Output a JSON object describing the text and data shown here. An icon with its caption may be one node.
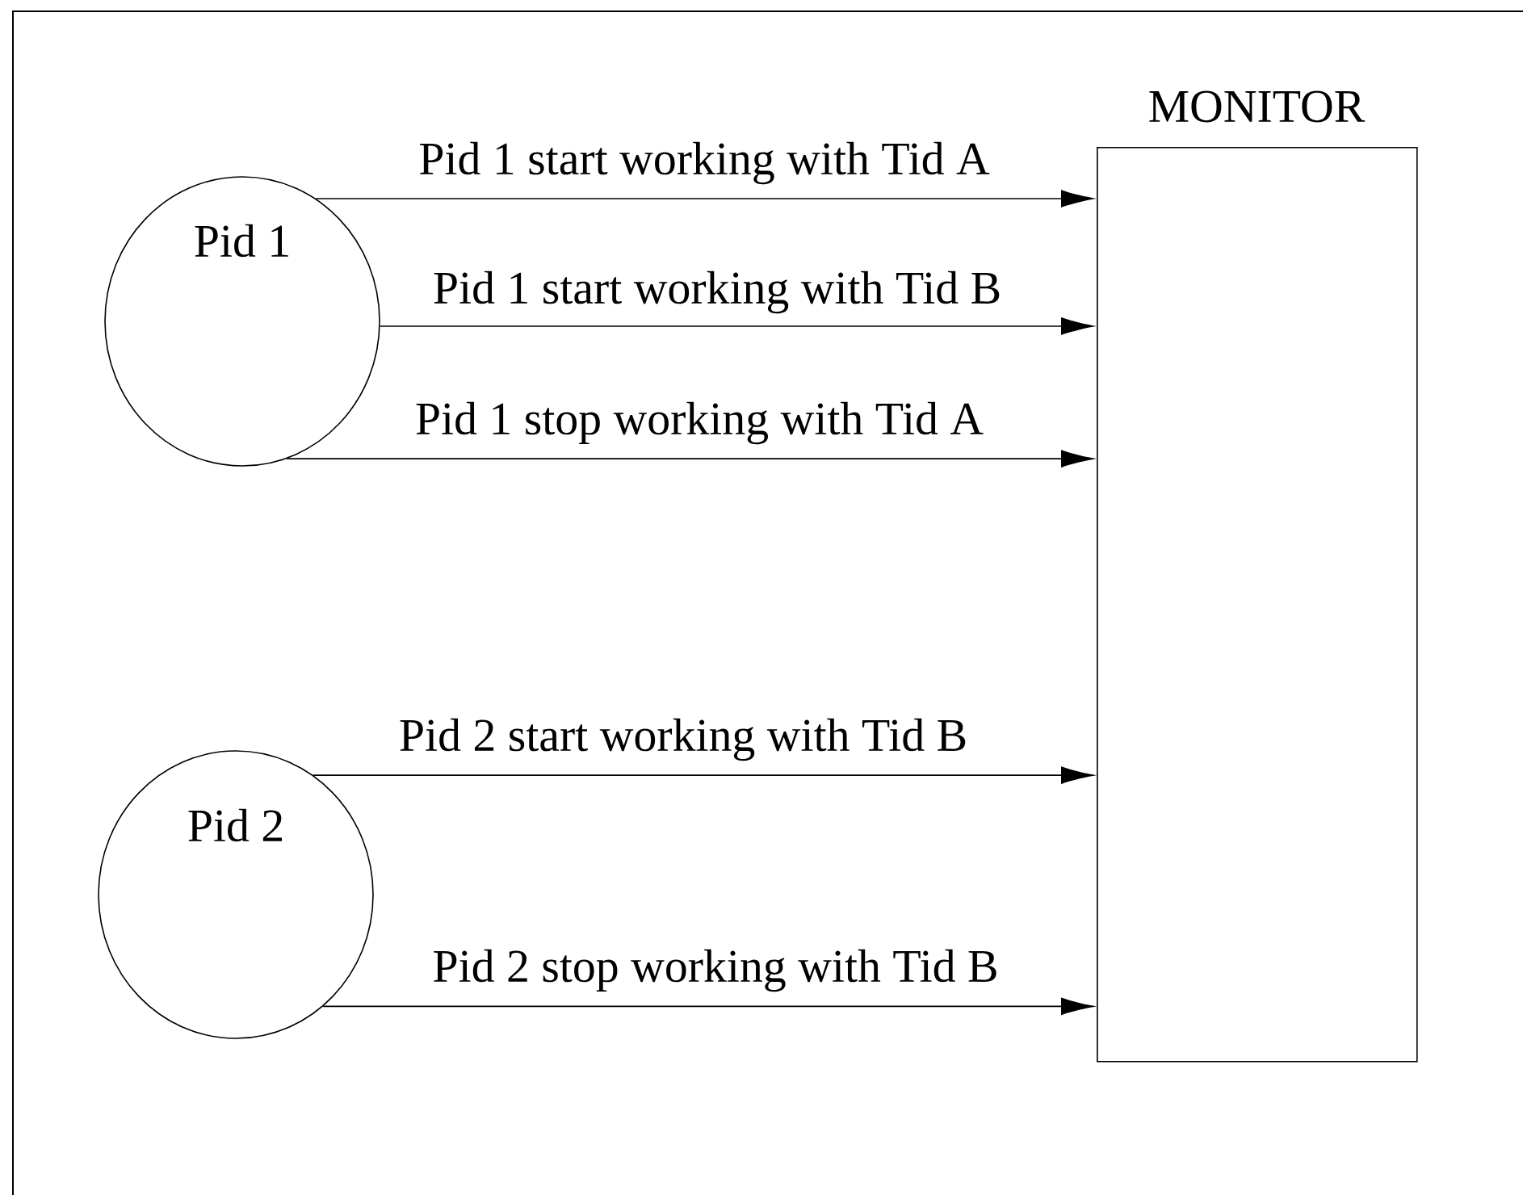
{
  "diagram": {
    "nodes": [
      {
        "text": [
          "Pid 1"
        ]
      },
      {
        "text": [
          "Pid 2"
        ]
      },
      {
        "text": [
          "MONITOR"
        ]
      }
    ],
    "edges": [
      {
        "from": 0,
        "to": 2,
        "arrow": "to",
        "label": "Pid 1 start working with Tid A"
      },
      {
        "from": 0,
        "to": 2,
        "arrow": "to",
        "label": "Pid 1 start working with Tid B"
      },
      {
        "from": 0,
        "to": 2,
        "arrow": "to",
        "label": "Pid 1 stop working with Tid A"
      },
      {
        "from": 1,
        "to": 2,
        "arrow": "to",
        "label": "Pid 2 start working with Tid B"
      },
      {
        "from": 1,
        "to": 2,
        "arrow": "to",
        "label": "Pid 2 stop working with Tid B"
      }
    ]
  }
}
